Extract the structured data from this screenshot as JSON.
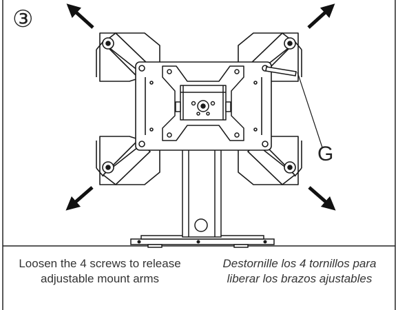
{
  "step": {
    "number": "③"
  },
  "callout": {
    "label": "G"
  },
  "instructions": {
    "english": "Loosen the 4 screws to release adjustable mount arms",
    "spanish": "Destornille los 4 tornillos para liberar los brazos ajustables"
  },
  "icons": {
    "arrows": [
      "arrow-up-left-icon",
      "arrow-up-right-icon",
      "arrow-down-left-icon",
      "arrow-down-right-icon"
    ],
    "screws": 4
  },
  "colors": {
    "line": "#1a1a1a",
    "arrow": "#111111",
    "background": "#ffffff"
  }
}
